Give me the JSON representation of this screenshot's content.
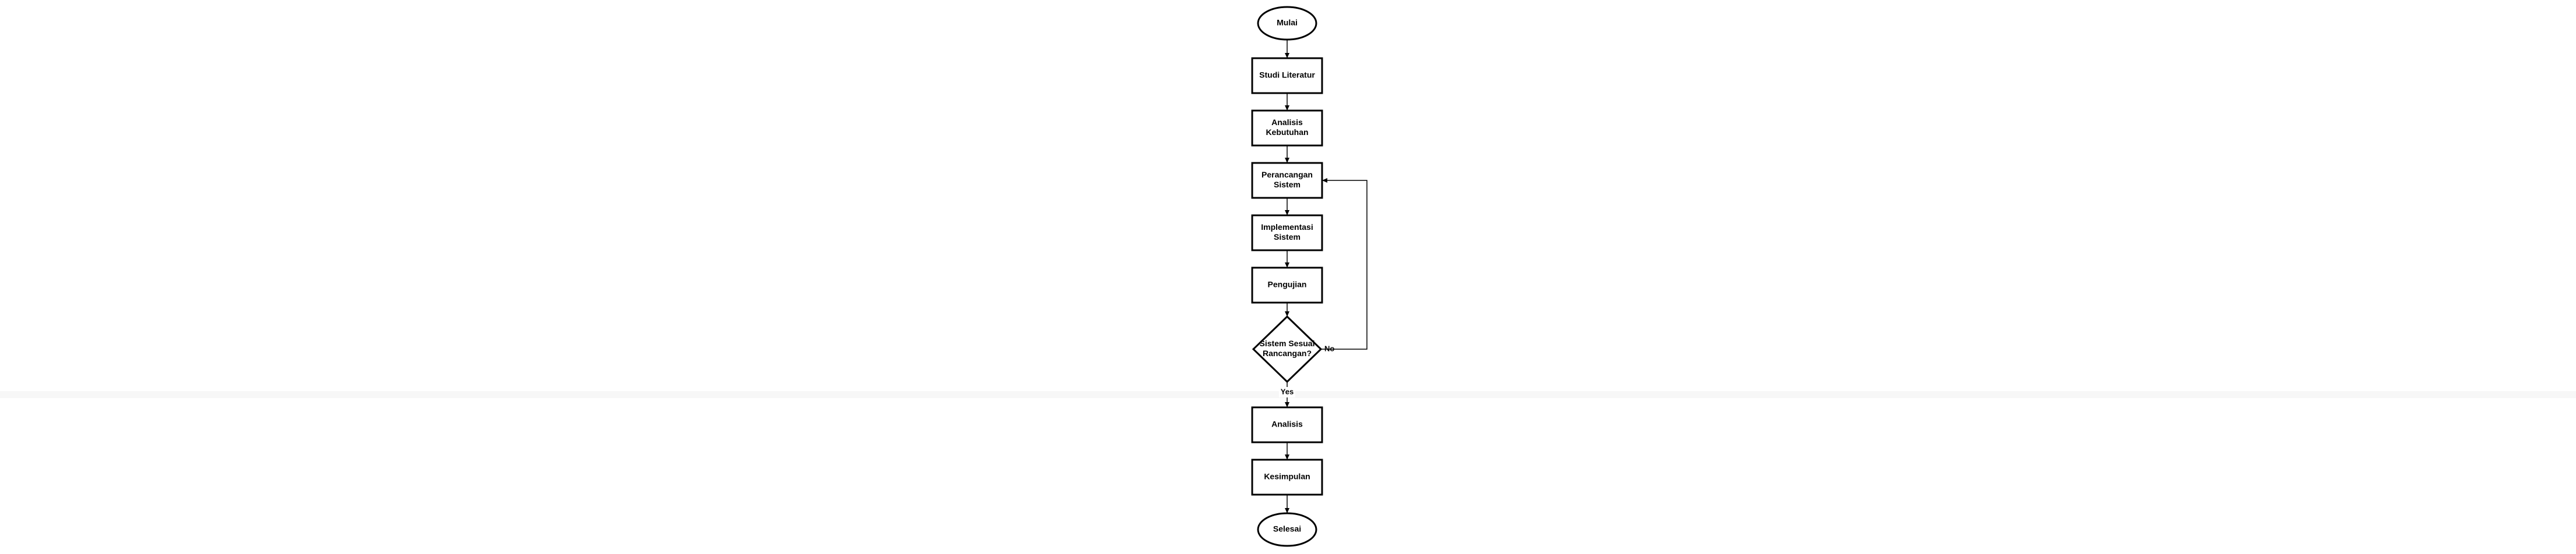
{
  "diagram": {
    "type": "flowchart",
    "nodes": [
      {
        "id": "mulai",
        "shape": "ellipse",
        "label": [
          "Mulai"
        ]
      },
      {
        "id": "studi",
        "shape": "rect",
        "label": [
          "Studi Literatur"
        ]
      },
      {
        "id": "analisis-kebutuhan",
        "shape": "rect",
        "label": [
          "Analisis",
          "Kebutuhan"
        ]
      },
      {
        "id": "perancangan",
        "shape": "rect",
        "label": [
          "Perancangan",
          "Sistem"
        ]
      },
      {
        "id": "implementasi",
        "shape": "rect",
        "label": [
          "Implementasi",
          "Sistem"
        ]
      },
      {
        "id": "pengujian",
        "shape": "rect",
        "label": [
          "Pengujian"
        ]
      },
      {
        "id": "keputusan",
        "shape": "diamond",
        "label": [
          "Sistem Sesuai",
          "Rancangan?"
        ]
      },
      {
        "id": "analisis",
        "shape": "rect",
        "label": [
          "Analisis"
        ]
      },
      {
        "id": "kesimpulan",
        "shape": "rect",
        "label": [
          "Kesimpulan"
        ]
      },
      {
        "id": "selesai",
        "shape": "ellipse",
        "label": [
          "Selesai"
        ]
      }
    ],
    "edges": [
      {
        "from": "mulai",
        "to": "studi",
        "label": ""
      },
      {
        "from": "studi",
        "to": "analisis-kebutuhan",
        "label": ""
      },
      {
        "from": "analisis-kebutuhan",
        "to": "perancangan",
        "label": ""
      },
      {
        "from": "perancangan",
        "to": "implementasi",
        "label": ""
      },
      {
        "from": "implementasi",
        "to": "pengujian",
        "label": ""
      },
      {
        "from": "pengujian",
        "to": "keputusan",
        "label": ""
      },
      {
        "from": "keputusan",
        "to": "analisis",
        "label": "Yes"
      },
      {
        "from": "keputusan",
        "to": "perancangan",
        "label": "No"
      },
      {
        "from": "analisis",
        "to": "kesimpulan",
        "label": ""
      },
      {
        "from": "kesimpulan",
        "to": "selesai",
        "label": ""
      }
    ]
  }
}
